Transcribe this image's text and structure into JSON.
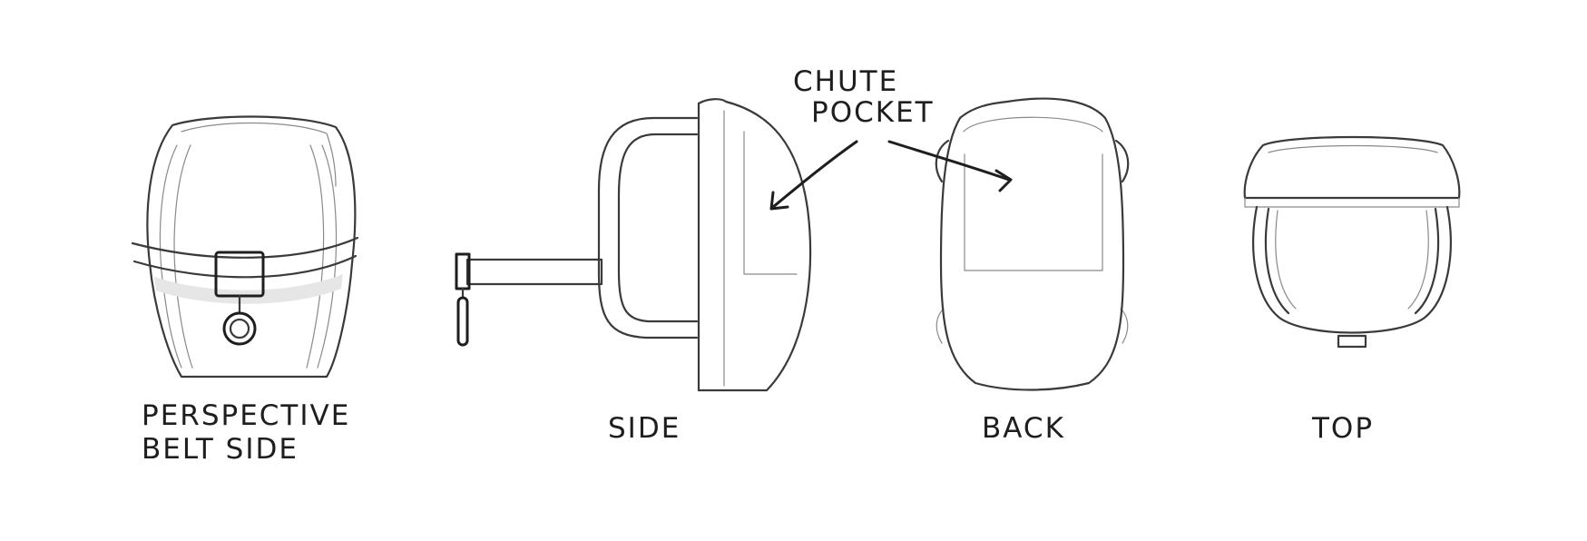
{
  "labels": {
    "perspective_line1": "PERSPECTIVE",
    "perspective_line2": "BELT SIDE",
    "side": "SIDE",
    "back": "BACK",
    "top": "TOP",
    "callout_line1": "CHUTE",
    "callout_line2": "POCKET"
  },
  "colors": {
    "ink": "#1e1e1e",
    "pencil": "#8a8a8a",
    "shade": "#e6e6e6",
    "paper": "#ffffff"
  }
}
